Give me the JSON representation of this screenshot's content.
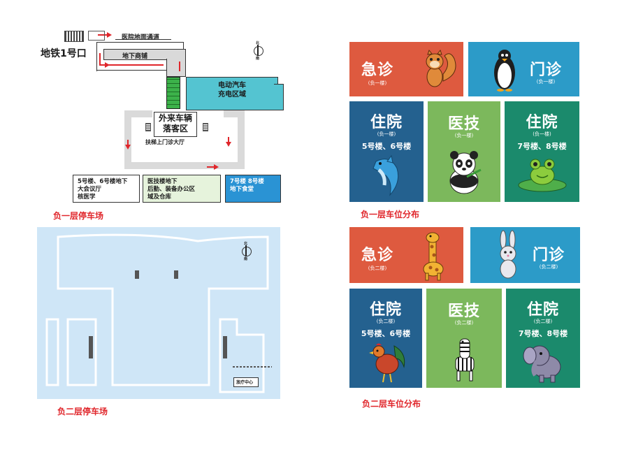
{
  "b1_map": {
    "metro_exit": "地铁1号口",
    "hospital_passage": "医院地面通道",
    "underground_shops": "地下商铺",
    "ev_charging": "电动汽车\n充电区域",
    "visitor_drop_zone": "外来车辆\n落客区",
    "elevator_to_lobby": "扶梯上门诊大厅",
    "box_5_6": "5号楼、6号楼地下\n大会议厅\n核医学",
    "box_tech": "医技楼地下\n后勤、装备办公区\n域及仓库",
    "box_7_8": "7号楼  8号楼\n地下食堂",
    "compass_n": "北",
    "compass_s": "南",
    "caption": "负一层停车场"
  },
  "b2_map": {
    "clinic_center": "放疗中心",
    "compass_n": "北",
    "compass_s": "南",
    "caption": "负二层停车场"
  },
  "b1_distribution": {
    "caption": "负一层车位分布",
    "tiles": [
      {
        "title": "急诊",
        "sub": "(负一楼)",
        "buildings": "",
        "animal": "squirrel-icon",
        "color": "#de5a3f"
      },
      {
        "title": "门诊",
        "sub": "(负一楼)",
        "buildings": "",
        "animal": "penguin-icon",
        "color": "#2c9bc8"
      },
      {
        "title": "住院",
        "sub": "(负一楼)",
        "buildings": "5号楼、6号楼",
        "animal": "dolphin-icon",
        "color": "#24618f"
      },
      {
        "title": "医技",
        "sub": "(负一楼)",
        "buildings": "",
        "animal": "panda-icon",
        "color": "#7cb85c"
      },
      {
        "title": "住院",
        "sub": "(负一楼)",
        "buildings": "7号楼、8号楼",
        "animal": "frog-icon",
        "color": "#1b8a6c"
      }
    ]
  },
  "b2_distribution": {
    "caption": "负二层车位分布",
    "tiles": [
      {
        "title": "急诊",
        "sub": "(负二楼)",
        "buildings": "",
        "animal": "giraffe-icon",
        "color": "#de5a3f"
      },
      {
        "title": "门诊",
        "sub": "(负二楼)",
        "buildings": "",
        "animal": "rabbit-icon",
        "color": "#2c9bc8"
      },
      {
        "title": "住院",
        "sub": "(负二楼)",
        "buildings": "5号楼、6号楼",
        "animal": "rooster-icon",
        "color": "#24618f"
      },
      {
        "title": "医技",
        "sub": "(负二楼)",
        "buildings": "",
        "animal": "zebra-icon",
        "color": "#7cb85c"
      },
      {
        "title": "住院",
        "sub": "(负二楼)",
        "buildings": "7号楼、8号楼",
        "animal": "elephant-icon",
        "color": "#1b8a6c"
      }
    ]
  }
}
